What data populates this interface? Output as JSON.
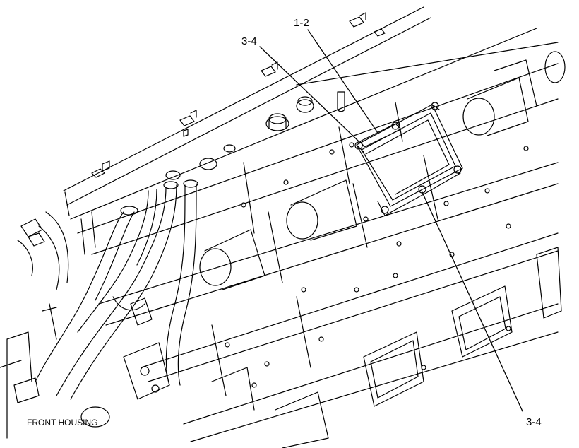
{
  "callouts": {
    "part_1_2": "1-2",
    "part_3_4_upper": "3-4",
    "part_3_4_lower": "3-4"
  },
  "annotations": {
    "front_housing": "FRONT HOUSING"
  },
  "colors": {
    "line": "#000000",
    "background": "#ffffff"
  }
}
